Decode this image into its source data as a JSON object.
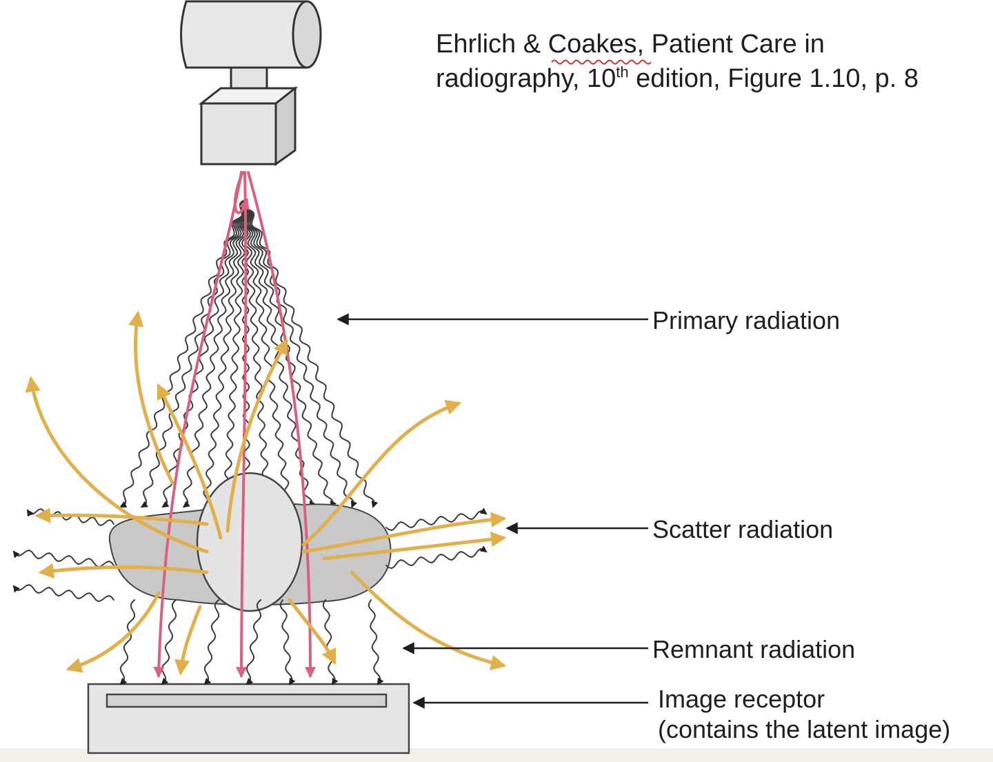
{
  "citation": {
    "line1_pre": "Ehrlich & ",
    "line1_underlined": "Coakes",
    "line1_post": ", Patient Care in",
    "line2_pre": "radiography, 10",
    "line2_sup": "th",
    "line2_post": " edition, Figure 1.10, p. 8"
  },
  "labels": {
    "primary": "Primary radiation",
    "scatter": "Scatter radiation",
    "remnant": "Remnant radiation",
    "receptor_line1": "Image receptor",
    "receptor_line2": "(contains the latent image)"
  },
  "colors": {
    "background": "#f3f1ea",
    "primary_beam": "#3a3a3a",
    "remnant_beam": "#d9607e",
    "scatter": "#e2b04a",
    "body_outer": "#c9c9c9",
    "body_inner": "#e4e4e4",
    "tube": "#e8e8e8"
  },
  "icons": {
    "xray-tube": "x-ray-tube-icon",
    "patient": "patient-cross-section-icon",
    "receptor": "image-receptor-icon"
  }
}
